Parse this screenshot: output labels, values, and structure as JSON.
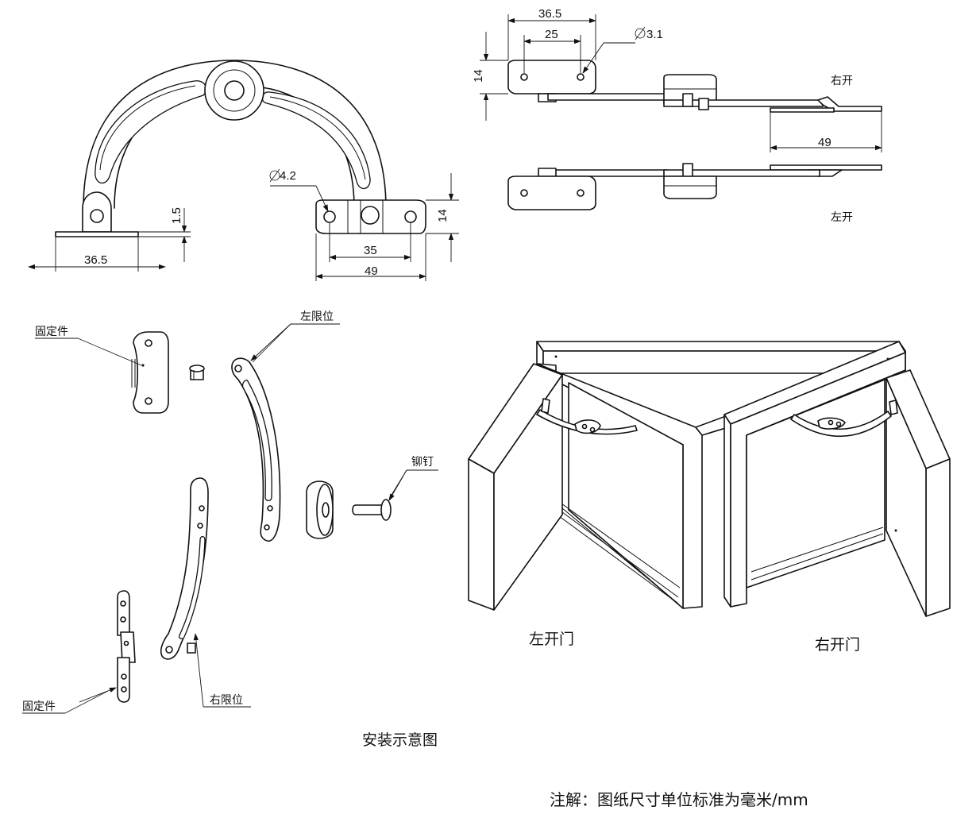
{
  "dims": {
    "d36_5_bottom": "36.5",
    "d1_5": "1.5",
    "phi42": "4.2",
    "d35": "35",
    "d49_bottom": "49",
    "d14_right": "14",
    "d36_5_top": "36.5",
    "d25": "25",
    "phi31": "3.1",
    "d14_left": "14",
    "d49_top": "49"
  },
  "labels": {
    "right_open": "右开",
    "left_open": "左开",
    "fixing_top": "固定件",
    "left_limit": "左限位",
    "rivet": "铆钉",
    "fixing_bottom": "固定件",
    "right_limit": "右限位",
    "left_door": "左开门",
    "right_door": "右开门",
    "install_title": "安装示意图",
    "note": "注解：图纸尺寸单位标准为毫米/mm"
  }
}
